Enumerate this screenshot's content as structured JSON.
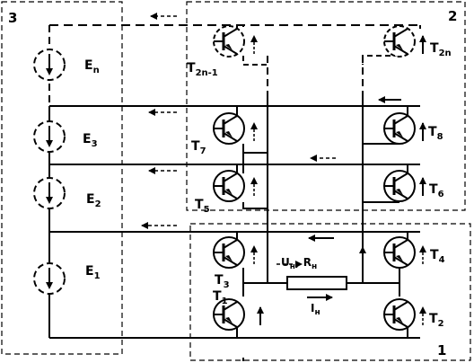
{
  "blocks": {
    "left": "3",
    "top_right": "2",
    "bottom_right": "1"
  },
  "sources": {
    "En": {
      "base": "E",
      "sub": "n"
    },
    "E3": {
      "base": "E",
      "sub": "3"
    },
    "E2": {
      "base": "E",
      "sub": "2"
    },
    "E1": {
      "base": "E",
      "sub": "1"
    }
  },
  "transistors": {
    "T2n_1": {
      "base": "T",
      "sub": "2n-1"
    },
    "T2n": {
      "base": "T",
      "sub": "2n"
    },
    "T7": {
      "base": "T",
      "sub": "7"
    },
    "T8": {
      "base": "T",
      "sub": "8"
    },
    "T5": {
      "base": "T",
      "sub": "5"
    },
    "T6": {
      "base": "T",
      "sub": "6"
    },
    "T3": {
      "base": "T",
      "sub": "3"
    },
    "T4": {
      "base": "T",
      "sub": "4"
    },
    "T1": {
      "base": "T",
      "sub": "1"
    },
    "T2": {
      "base": "T",
      "sub": "2"
    }
  },
  "load": {
    "voltage": {
      "base": "U",
      "sub": "н"
    },
    "resistance": {
      "base": "R",
      "sub": "н"
    },
    "current": {
      "base": "I",
      "sub": "н"
    },
    "separator": ", "
  }
}
